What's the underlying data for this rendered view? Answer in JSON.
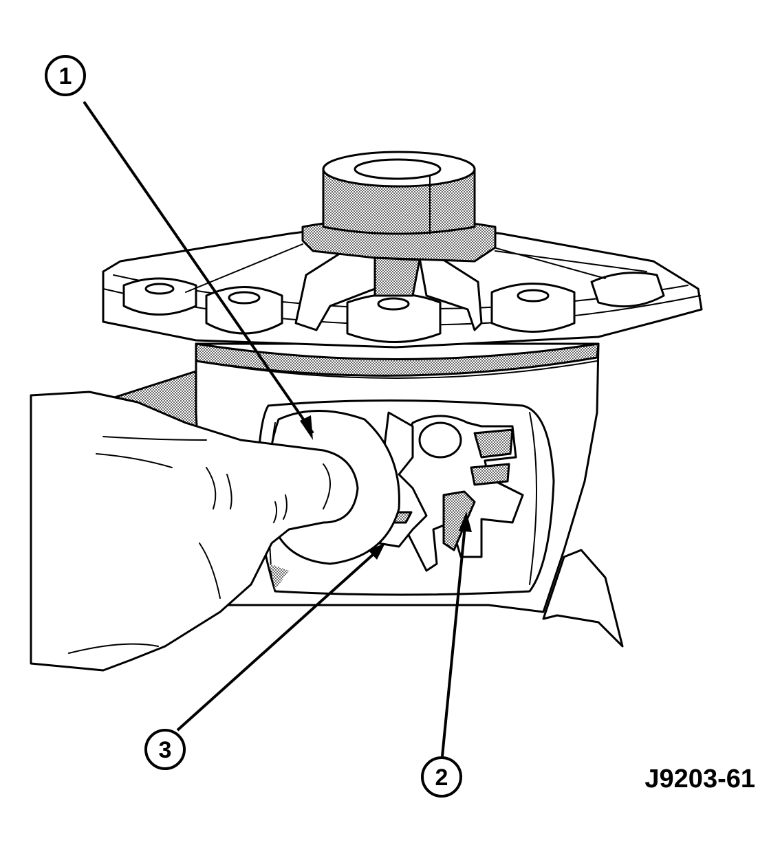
{
  "callouts": [
    {
      "id": "1",
      "label": "1"
    },
    {
      "id": "2",
      "label": "2"
    },
    {
      "id": "3",
      "label": "3"
    }
  ],
  "figure_code": "J9203-61"
}
